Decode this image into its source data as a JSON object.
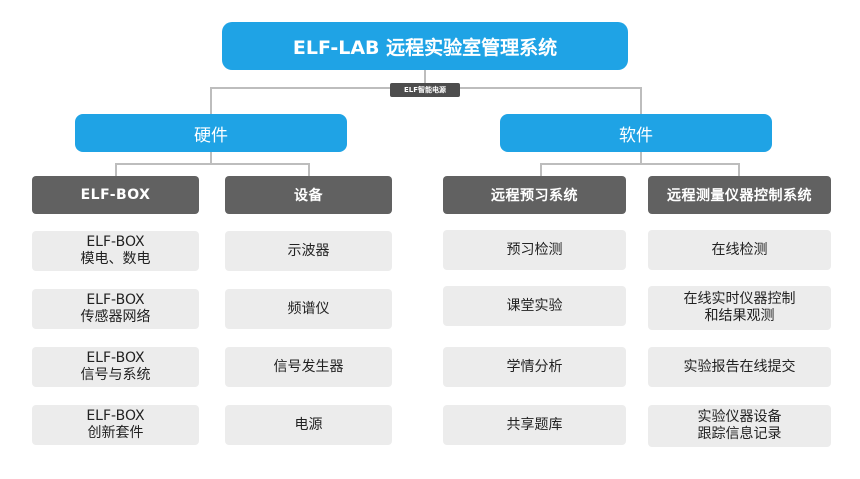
{
  "root": {
    "title": "ELF-LAB 远程实验室管理系统",
    "tag": "ELF智能电源"
  },
  "branches": [
    {
      "label": "硬件",
      "columns": [
        {
          "header": "ELF-BOX",
          "items": [
            "ELF-BOX\n模电、数电",
            "ELF-BOX\n传感器网络",
            "ELF-BOX\n信号与系统",
            "ELF-BOX\n创新套件"
          ]
        },
        {
          "header": "设备",
          "items": [
            "示波器",
            "频谱仪",
            "信号发生器",
            "电源"
          ]
        }
      ]
    },
    {
      "label": "软件",
      "columns": [
        {
          "header": "远程预习系统",
          "items": [
            "预习检测",
            "课堂实验",
            "学情分析",
            "共享题库"
          ]
        },
        {
          "header": "远程测量仪器控制系统",
          "items": [
            "在线检测",
            "在线实时仪器控制\n和结果观测",
            "实验报告在线提交",
            "实验仪器设备\n跟踪信息记录"
          ]
        }
      ]
    }
  ]
}
